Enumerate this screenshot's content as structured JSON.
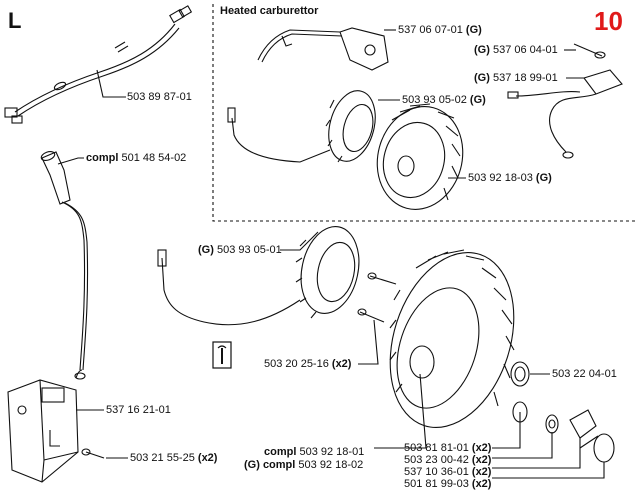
{
  "header": {
    "section_letter": "L",
    "page_number": "10",
    "page_number_color": "#e01a1a",
    "inset_title": "Heated carburettor"
  },
  "labels": {
    "wire_harness": {
      "prefix": "",
      "code": "503 89 87-01",
      "suffix": ""
    },
    "spark_boot": {
      "prefix": "compl",
      "code": "501 48 54-02",
      "suffix": ""
    },
    "heater_plate": {
      "prefix": "",
      "code": "537 06 07-01",
      "suffix": "(G)"
    },
    "inset_coil": {
      "prefix": "",
      "code": "503 93 05-02",
      "suffix": "(G)"
    },
    "inset_flywheel": {
      "prefix": "",
      "code": "503 92 18-03",
      "suffix": "(G)"
    },
    "screw_g": {
      "prefix": "(G)",
      "code": "537 06 04-01",
      "suffix": ""
    },
    "switch_g": {
      "prefix": "(G)",
      "code": "537 18 99-01",
      "suffix": ""
    },
    "coil": {
      "prefix": "(G)",
      "code": "503 93 05-01",
      "suffix": ""
    },
    "coil_screw": {
      "prefix": "",
      "code": "503 20 25-16",
      "suffix": "(x2)"
    },
    "ignition_module": {
      "prefix": "",
      "code": "537 16 21-01",
      "suffix": ""
    },
    "module_screw": {
      "prefix": "",
      "code": "503 21 55-25",
      "suffix": "(x2)"
    },
    "nut": {
      "prefix": "",
      "code": "503 22 04-01",
      "suffix": ""
    },
    "flywheel_compl": {
      "prefix": "compl",
      "code": "503 92 18-01",
      "suffix": ""
    },
    "flywheel_compl_g": {
      "prefix": "(G) compl",
      "code": "503 92 18-02",
      "suffix": ""
    },
    "pawl_1": {
      "prefix": "",
      "code": "503 81 81-01",
      "suffix": "(x2)"
    },
    "pawl_2": {
      "prefix": "",
      "code": "503 23 00-42",
      "suffix": "(x2)"
    },
    "pawl_3": {
      "prefix": "",
      "code": "537 10 36-01",
      "suffix": "(x2)"
    },
    "pawl_4": {
      "prefix": "",
      "code": "501 81 99-03",
      "suffix": "(x2)"
    }
  },
  "icons": {
    "tool": "wrench-icon"
  }
}
